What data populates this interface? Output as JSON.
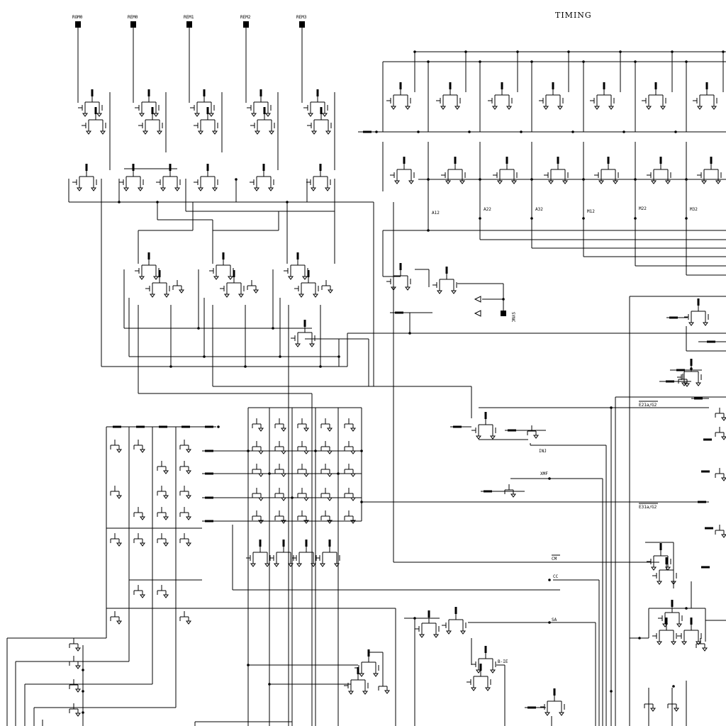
{
  "diagram": {
    "title": "TIMING",
    "input_pads": [
      "ROM0",
      "REM0",
      "REM1",
      "REM2",
      "REM3"
    ],
    "stage_labels": [
      "A12",
      "A22",
      "A32",
      "M12",
      "M22",
      "M32"
    ],
    "signal_labels": {
      "sync_pad": "SYNC",
      "e_gate": "E21a/G2",
      "e_gate2": "E31a/G2",
      "inj": "INJ",
      "xmf": "XMF",
      "cm_bar": "CM",
      "cc": "CC",
      "sa": "SA",
      "bus": "B-IE"
    }
  }
}
